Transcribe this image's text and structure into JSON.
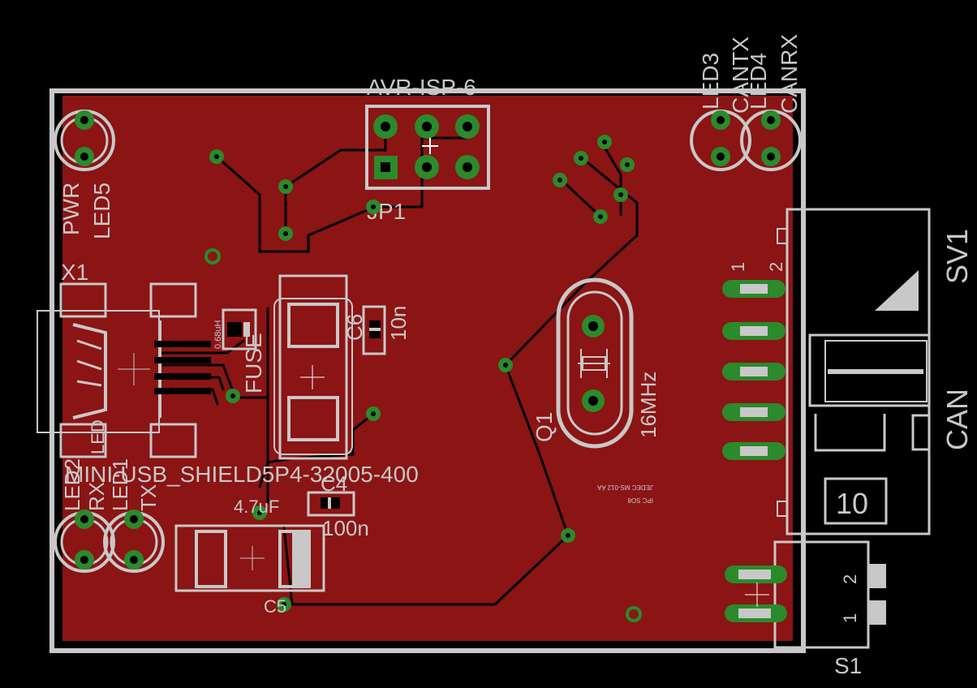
{
  "board": {
    "copper_color": "#8b1414",
    "silk_color": "#c8c8c8",
    "pad_color": "#2b8a2b",
    "background": "#000000"
  },
  "labels": {
    "avr_isp": "AVR-ISP-6",
    "jp1": "JP1",
    "led3": "LED3",
    "led4": "LED4",
    "cantx": "CANTX",
    "canrx": "CANRX",
    "pwr": "PWR",
    "led5": "LED5",
    "x1": "X1",
    "sv1": "SV1",
    "can": "CAN",
    "pin1": "1",
    "pin2": "2",
    "conn_10": "10",
    "q1": "Q1",
    "freq": "16MHz",
    "fuse": "FUSE",
    "fuse_val": "0.68uH",
    "c6": "C6",
    "c6_val": "10n",
    "mini_usb": "MINI-USB_SHIELD5P4-32005-400",
    "c4": "C4",
    "c4_val": "100n",
    "cap_47": "4.7uF",
    "c5": "C5",
    "led2": "LED2",
    "rx": "RX",
    "led1": "LED1",
    "tx": "TX",
    "led_small": "LED",
    "s1": "S1",
    "s1_pin1": "1",
    "s1_pin2": "2",
    "jedec": "JEDEC MS-012 AA",
    "ipc": "IPC SO8"
  }
}
